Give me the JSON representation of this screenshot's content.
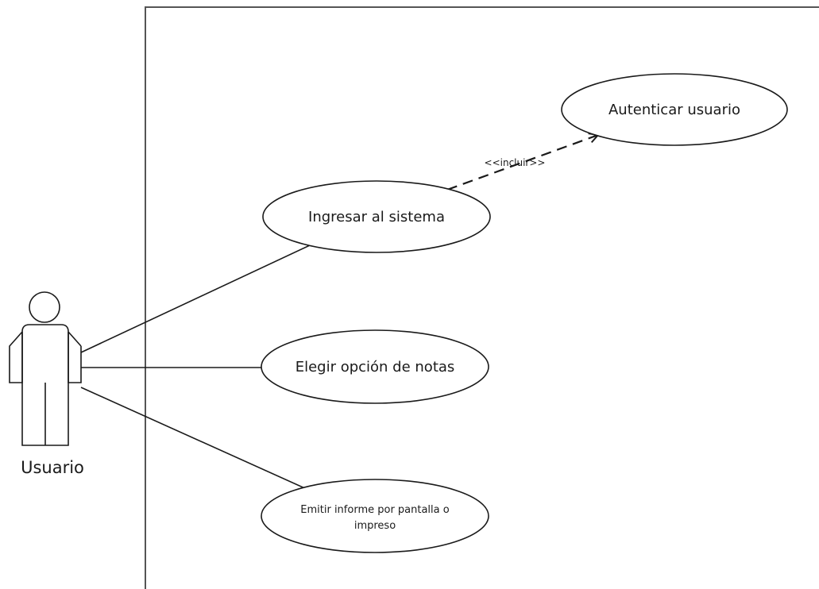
{
  "actor": {
    "name": "Usuario"
  },
  "use_cases": [
    {
      "id": "autenticar",
      "lines": [
        "Autenticar usuario"
      ]
    },
    {
      "id": "ingresar",
      "lines": [
        "Ingresar al sistema"
      ]
    },
    {
      "id": "elegir",
      "lines": [
        "Elegir opción de notas"
      ]
    },
    {
      "id": "emitir",
      "lines": [
        "Emitir informe por pantalla o",
        "impreso"
      ]
    }
  ],
  "relations": {
    "include_label": "<<incluir>>"
  },
  "colors": {
    "line": "#1a1a1a",
    "boundary": "#555555",
    "background": "#ffffff"
  }
}
